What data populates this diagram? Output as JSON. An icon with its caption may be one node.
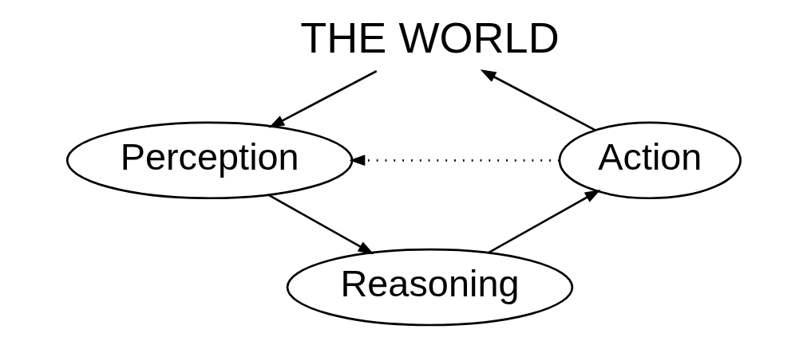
{
  "diagram": {
    "nodes": [
      {
        "text": [
          "THE WORLD"
        ]
      },
      {
        "text": [
          "Perception"
        ]
      },
      {
        "text": [
          "Action"
        ]
      },
      {
        "text": [
          "Reasoning"
        ]
      }
    ],
    "edges": [
      {
        "from": 0,
        "to": 1,
        "arrow": "to"
      },
      {
        "from": 2,
        "to": 0,
        "arrow": "to"
      },
      {
        "from": 1,
        "to": 3,
        "arrow": "to"
      },
      {
        "from": 3,
        "to": 2,
        "arrow": "to"
      },
      {
        "from": 2,
        "to": 1,
        "arrow": "to",
        "style": "dashed"
      }
    ]
  }
}
